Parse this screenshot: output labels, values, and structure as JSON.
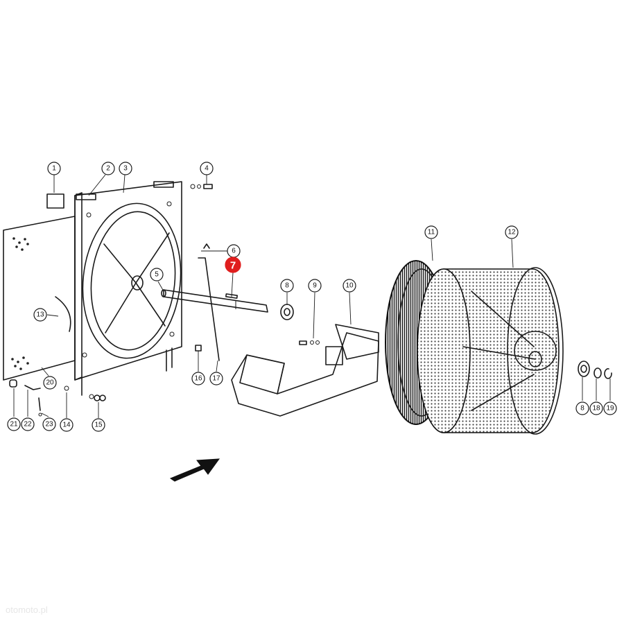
{
  "diagram": {
    "highlight_color": "#e01e1e",
    "parts": [
      {
        "number": "1"
      },
      {
        "number": "2"
      },
      {
        "number": "3"
      },
      {
        "number": "4"
      },
      {
        "number": "5"
      },
      {
        "number": "6"
      },
      {
        "number": "7",
        "highlighted": true
      },
      {
        "number": "8"
      },
      {
        "number": "9"
      },
      {
        "number": "10"
      },
      {
        "number": "11"
      },
      {
        "number": "12"
      },
      {
        "number": "13"
      },
      {
        "number": "14"
      },
      {
        "number": "15"
      },
      {
        "number": "16"
      },
      {
        "number": "17"
      },
      {
        "number": "8"
      },
      {
        "number": "18"
      },
      {
        "number": "19"
      },
      {
        "number": "20"
      },
      {
        "number": "21"
      },
      {
        "number": "22"
      },
      {
        "number": "23"
      }
    ],
    "watermark": "otomoto.pl"
  }
}
